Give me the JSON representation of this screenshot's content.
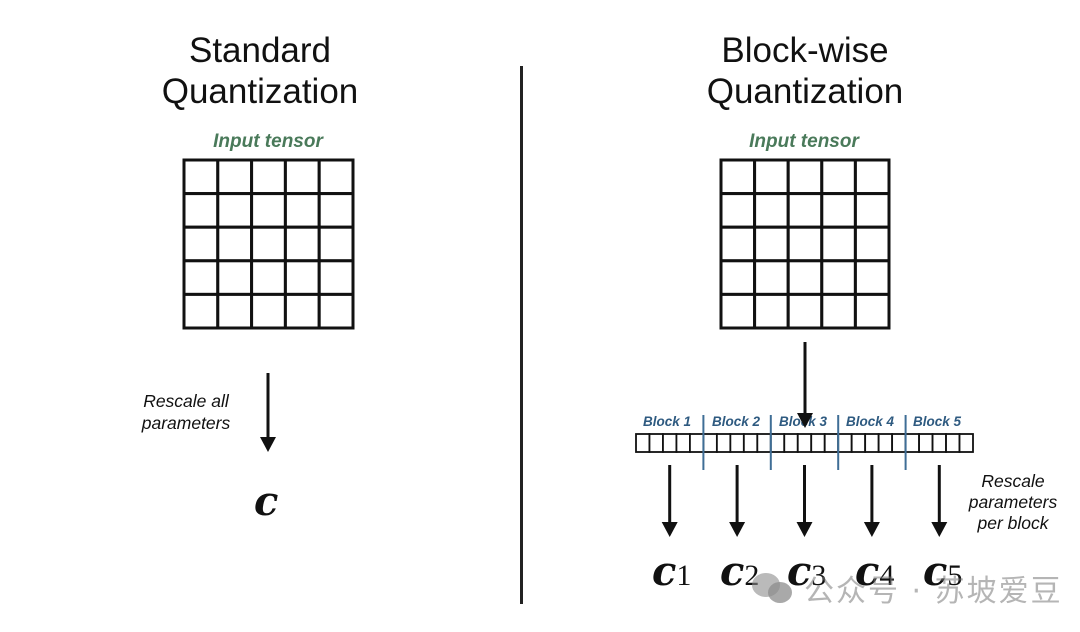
{
  "left_panel": {
    "title_line1": "Standard",
    "title_line2": "Quantization",
    "tensor_label": "Input tensor",
    "grid_rows": 5,
    "grid_cols": 5,
    "note_line1": "Rescale all",
    "note_line2": "parameters",
    "constant": "c"
  },
  "right_panel": {
    "title_line1": "Block-wise",
    "title_line2": "Quantization",
    "tensor_label": "Input tensor",
    "grid_rows": 5,
    "grid_cols": 5,
    "blocks": [
      {
        "label": "Block 1",
        "constant": "c",
        "subscript": "1"
      },
      {
        "label": "Block 2",
        "constant": "c",
        "subscript": "2"
      },
      {
        "label": "Block 3",
        "constant": "c",
        "subscript": "3"
      },
      {
        "label": "Block 4",
        "constant": "c",
        "subscript": "4"
      },
      {
        "label": "Block 5",
        "constant": "c",
        "subscript": "5"
      }
    ],
    "cells_per_block": 5,
    "note_line1": "Rescale",
    "note_line2": "parameters",
    "note_line3": "per block"
  },
  "watermark": {
    "icon": "wechat-icon",
    "text": "公众号 · 苏坡爱豆"
  },
  "colors": {
    "tensor_label": "#4a7a5a",
    "block_label": "#2e5a80",
    "block_divider": "#3f6e96",
    "stroke": "#111111"
  }
}
